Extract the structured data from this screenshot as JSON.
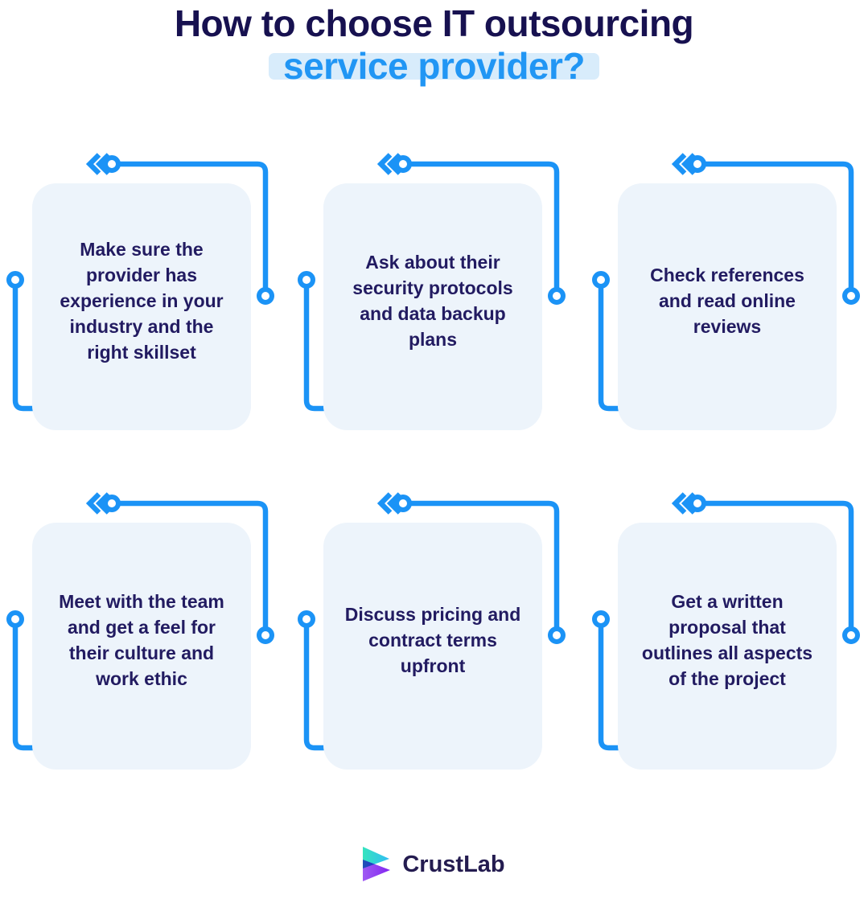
{
  "title": {
    "line1": "How to choose IT outsourcing",
    "line2": "service provider?"
  },
  "cards": [
    {
      "text": "Make sure the provider has experience in your industry and the right skillset"
    },
    {
      "text": "Ask about their security protocols and data backup plans"
    },
    {
      "text": "Check references and read online reviews"
    },
    {
      "text": "Meet with the team and get a feel for their culture and work ethic"
    },
    {
      "text": "Discuss pricing and contract terms upfront"
    },
    {
      "text": "Get a written proposal that outlines all aspects of the project"
    }
  ],
  "footer": {
    "brand": "CrustLab"
  },
  "icons": {
    "connector_start": "double-chevron-left",
    "connector_end": "double-chevron-right",
    "connector_node": "ring-dot"
  },
  "colors": {
    "accent_blue": "#1B93F6",
    "title_navy": "#171150",
    "body_navy": "#221B61",
    "highlight_blue_text": "#2196F4",
    "highlight_bg": "#D8ECFB",
    "card_bg": "#EDF4FB",
    "logo_teal": "#35E4BE",
    "logo_cyan": "#31BDF4",
    "logo_purple": "#8325F0"
  }
}
